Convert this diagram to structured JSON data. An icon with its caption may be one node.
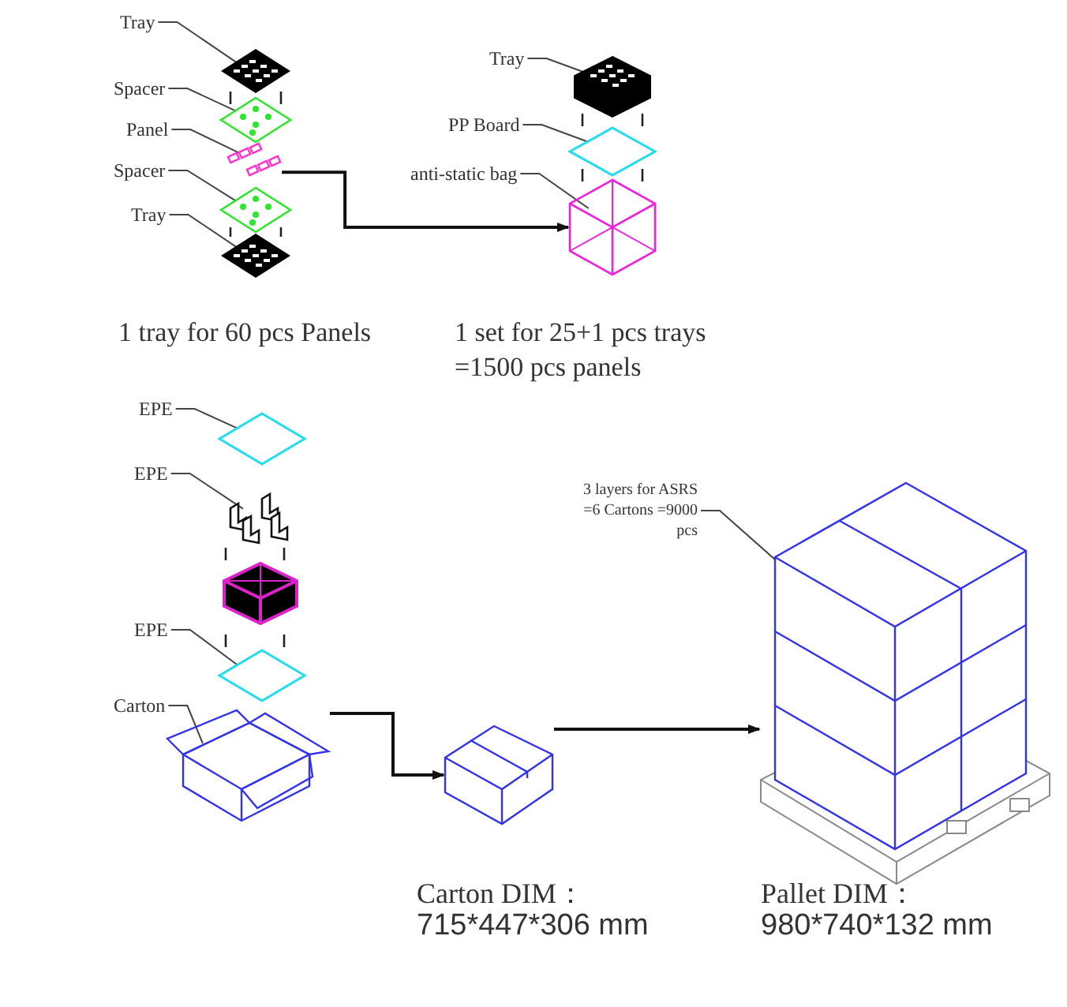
{
  "diagram": {
    "nodes": [
      {
        "text": [
          "Tray"
        ]
      },
      {
        "text": [],
        "shape": "picture"
      },
      {
        "text": [
          "Spacer"
        ]
      },
      {
        "text": [],
        "shape": "picture"
      },
      {
        "text": [
          "Panel"
        ]
      },
      {
        "text": [],
        "shape": "picture"
      },
      {
        "text": [
          "Spacer"
        ]
      },
      {
        "text": [],
        "shape": "picture"
      },
      {
        "text": [
          "Tray"
        ]
      },
      {
        "text": [],
        "shape": "picture"
      },
      {
        "text": [
          "Tray"
        ]
      },
      {
        "text": [],
        "shape": "picture"
      },
      {
        "text": [
          "PP Board"
        ]
      },
      {
        "text": [],
        "shape": "picture"
      },
      {
        "text": [
          "anti-static bag"
        ]
      },
      {
        "text": [],
        "shape": "picture"
      },
      {
        "text": [
          "EPE"
        ]
      },
      {
        "text": [],
        "shape": "picture"
      },
      {
        "text": [
          "EPE"
        ]
      },
      {
        "text": [],
        "shape": "picture"
      },
      {
        "text": [],
        "shape": "picture"
      },
      {
        "text": [
          "EPE"
        ]
      },
      {
        "text": [],
        "shape": "picture"
      },
      {
        "text": [
          "Carton"
        ]
      },
      {
        "text": [],
        "shape": "picture"
      },
      {
        "text": [],
        "shape": "picture",
        "beside": [
          "Carton DIM：",
          "715*447*306 mm"
        ]
      },
      {
        "text": [
          "3 layers for ASRS =6 Cartons =9000 pcs"
        ]
      },
      {
        "text": [],
        "shape": "picture",
        "beside": [
          "Pallet DIM：",
          "980*740*132 mm"
        ]
      }
    ],
    "edges": [
      {
        "from": 0,
        "to": 1,
        "arrow": "none"
      },
      {
        "from": 2,
        "to": 3,
        "arrow": "none"
      },
      {
        "from": 4,
        "to": 5,
        "arrow": "none"
      },
      {
        "from": 6,
        "to": 7,
        "arrow": "none"
      },
      {
        "from": 8,
        "to": 9,
        "arrow": "none"
      },
      {
        "from": 10,
        "to": 11,
        "arrow": "none"
      },
      {
        "from": 12,
        "to": 13,
        "arrow": "none"
      },
      {
        "from": 14,
        "to": 15,
        "arrow": "none"
      },
      {
        "from": 16,
        "to": 17,
        "arrow": "none"
      },
      {
        "from": 18,
        "to": 19,
        "arrow": "none"
      },
      {
        "from": 21,
        "to": 22,
        "arrow": "none"
      },
      {
        "from": 23,
        "to": 24,
        "arrow": "none"
      },
      {
        "from": 26,
        "to": 27,
        "arrow": "none"
      },
      {
        "from": 5,
        "to": 15,
        "arrow": "to"
      },
      {
        "from": 24,
        "to": 25,
        "arrow": "to"
      },
      {
        "from": 25,
        "to": 27,
        "arrow": "to"
      }
    ],
    "labels": [
      "1 tray for 60 pcs Panels",
      "1 set for 25+1 pcs trays =1500 pcs panels"
    ]
  }
}
